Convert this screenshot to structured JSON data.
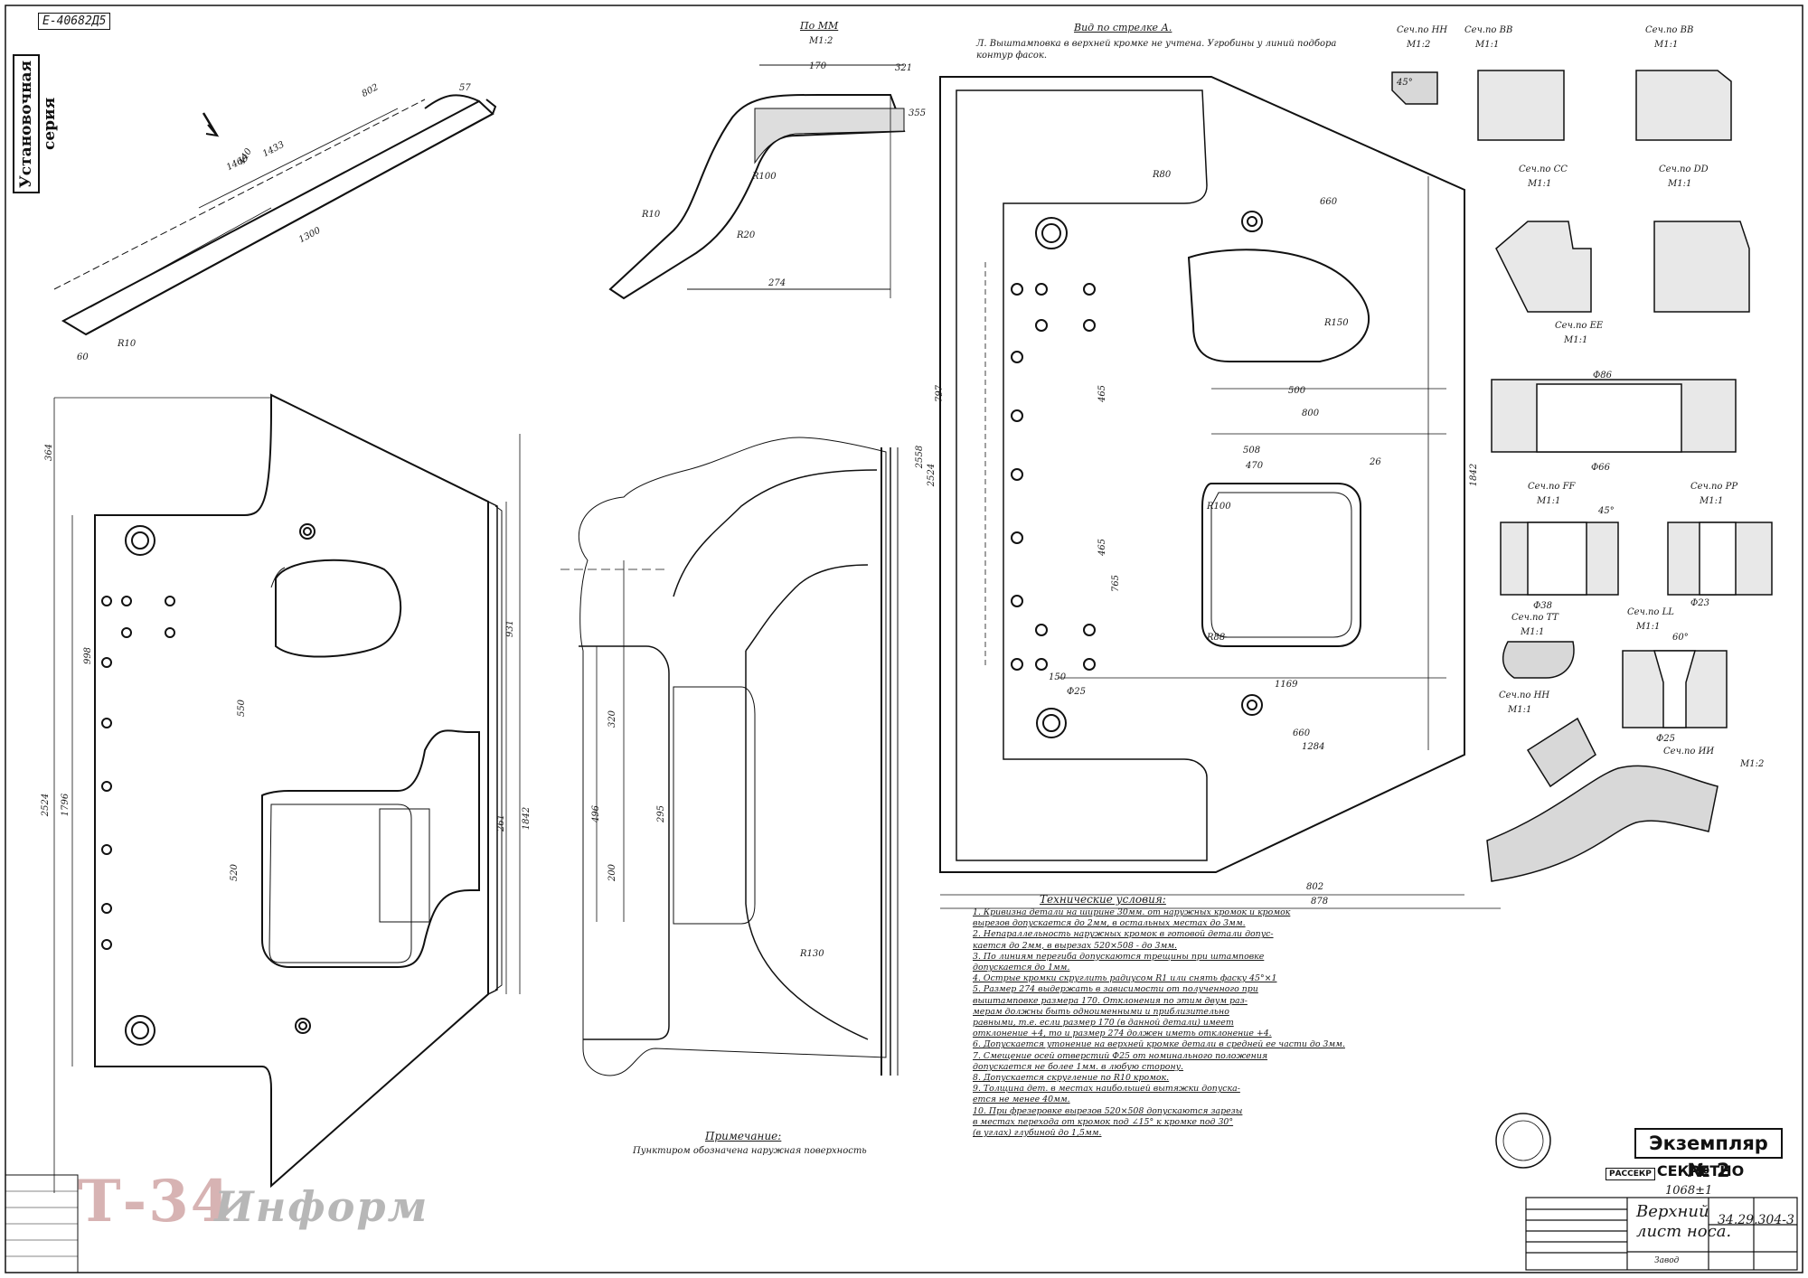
{
  "document": {
    "series_stamp": "Установочная серия",
    "registration": "Е-40682Д5",
    "copy_label": "Экземпляр № 2",
    "secrecy": {
      "prefix": "РАССЕКР",
      "label": "СЕКРЕТНО"
    },
    "weight": "1068±1",
    "title_line1": "Верхний",
    "title_line2": "лист носа.",
    "drawing_number": "34.29.304-3",
    "plant": "Завод",
    "watermark": "Т-34",
    "watermark_sub": "Информ"
  },
  "views": {
    "mm": {
      "title": "По ММ",
      "scale": "М1:2"
    },
    "arrow_a": {
      "title": "Вид по стрелке А.",
      "note": "Л. Выштамповка в верхней кромке не учтена. Угробины у линий подбора контур фасок."
    }
  },
  "sections": [
    {
      "title": "Сеч.по НН",
      "scale": "М1:2"
    },
    {
      "title": "Сеч.по ВВ",
      "scale": "М1:1"
    },
    {
      "title": "Сеч.по ВВ",
      "scale": "М1:1"
    },
    {
      "title": "Сеч.по СС",
      "scale": "М1:1"
    },
    {
      "title": "Сеч.по DD",
      "scale": "М1:1"
    },
    {
      "title": "Сеч.по ЕЕ",
      "scale": "М1:1"
    },
    {
      "title": "Сеч.по FF",
      "scale": "М1:1"
    },
    {
      "title": "Сеч.по РР",
      "scale": "М1:1"
    },
    {
      "title": "Сеч.по ТТ",
      "scale": "М1:1"
    },
    {
      "title": "Сеч.по LL",
      "scale": "М1:1"
    },
    {
      "title": "Сеч.по НН",
      "scale": "М1:1"
    },
    {
      "title": "Сеч.по ИИ",
      "scale": "М1:2"
    }
  ],
  "dimensions": {
    "top_view": [
      "1466",
      "1433",
      "802",
      "1300",
      "R10",
      "60",
      "440",
      "57"
    ],
    "mm_view": [
      "170",
      "274",
      "321",
      "355",
      "R20",
      "R10",
      "R100"
    ],
    "arrow_view": [
      "R80",
      "660",
      "500",
      "800",
      "508",
      "470",
      "26",
      "1169",
      "660",
      "1284",
      "802",
      "878",
      "465",
      "465",
      "1842",
      "797",
      "2558",
      "2524",
      "765",
      "R150",
      "R100",
      "R88",
      "Ф25",
      "150"
    ],
    "left_view": [
      "364",
      "931",
      "1842",
      "261",
      "1796",
      "2524",
      "998",
      "520",
      "550"
    ],
    "middle_view": [
      "496",
      "320",
      "295",
      "200",
      "R130"
    ],
    "sections": [
      "45°",
      "Ф86",
      "Ф66",
      "Ф38",
      "Ф23",
      "Ф25",
      "60°",
      "45°"
    ]
  },
  "notes": {
    "title": "Технические условия:",
    "items": [
      "1. Кривизна детали на ширине 30мм. от наружных кромок и кромок",
      "вырезов допускается до 2мм, в остальных местах до 3мм.",
      "2. Непараллельность наружных кромок в готовой детали допус-",
      "кается до 2мм, в вырезах 520×508 - до 3мм.",
      "3. По линиям перегиба допускаются трещины при штамповке",
      "допускается до 1мм.",
      "4. Острые кромки скруглить радиусом R1 или снять фаску 45°×1",
      "5. Размер 274 выдержать в зависимости от полученного при",
      "выштамповке размера 170. Отклонения по этим двум раз-",
      "мерам должны быть одноименными и приблизительно",
      "равными, т.е. если размер 170 (в данной детали) имеет",
      "отклонение +4, то и размер 274 должен иметь отклонение +4.",
      "6. Допускается утонение на верхней кромке детали в средней ее части до 3мм.",
      "7. Смещение осей отверстий Ф25 от номинального положения",
      "допускается не более 1мм. в любую сторону.",
      "8. Допускается скругление по R10 кромок.",
      "9. Толщина дет. в местах наибольшей вытяжки допуска-",
      "ется не менее 40мм.",
      "10. При фрезеровке вырезов 520×508 допускаются зарезы",
      "в местах перехода от кромок под ∠15° к кромке под 30°",
      "(в углах) глубиной до 1,5мм."
    ]
  },
  "remark": {
    "title": "Примечание:",
    "text": "Пунктиром обозначена наружная поверхность"
  }
}
